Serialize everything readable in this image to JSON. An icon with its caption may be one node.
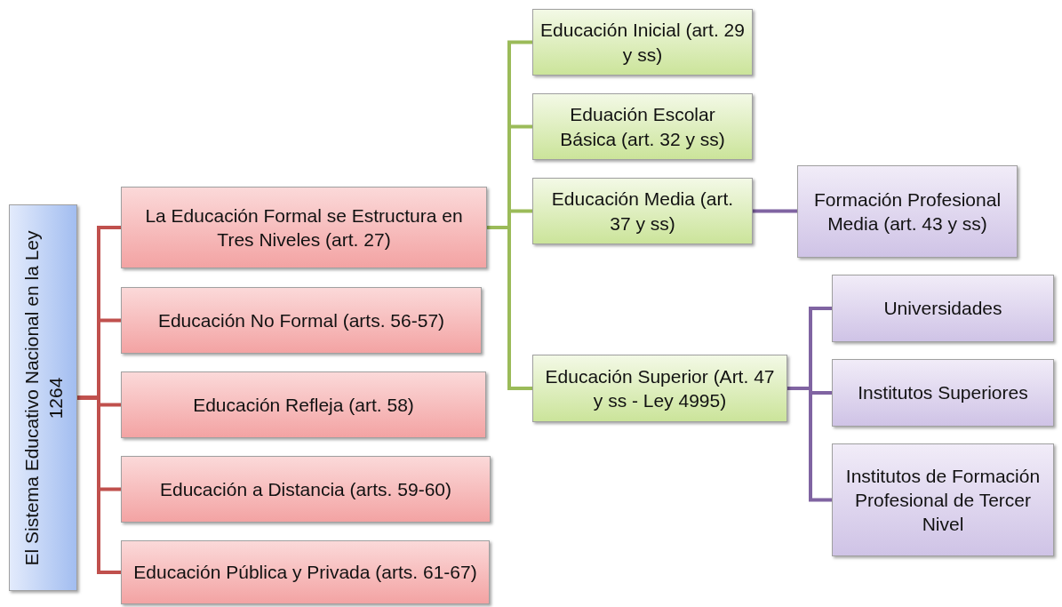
{
  "diagram": {
    "nodes": [
      {
        "text": [
          "El Sistema Educativo Nacional en la Ley 1264"
        ]
      },
      {
        "text": [
          "La Educación Formal se Estructura en Tres Niveles (art. 27)"
        ]
      },
      {
        "text": [
          "Educación No Formal (arts. 56-57)"
        ]
      },
      {
        "text": [
          "Educación Refleja (art. 58)"
        ]
      },
      {
        "text": [
          "Educación a Distancia (arts. 59-60)"
        ]
      },
      {
        "text": [
          "Educación Pública y Privada (arts. 61-67)"
        ]
      },
      {
        "text": [
          "Educación Inicial (art. 29 y ss)"
        ]
      },
      {
        "text": [
          "Eduación Escolar Básica (art. 32 y ss)"
        ]
      },
      {
        "text": [
          "Educación Media (art. 37 y ss)"
        ]
      },
      {
        "text": [
          "Educación Superior (Art. 47 y ss - Ley 4995)"
        ]
      },
      {
        "text": [
          "Formación Profesional Media (art. 43 y ss)"
        ]
      },
      {
        "text": [
          "Universidades"
        ]
      },
      {
        "text": [
          "Institutos Superiores"
        ]
      },
      {
        "text": [
          "Institutos de Formación Profesional de Tercer Nivel"
        ]
      }
    ],
    "edges": [
      {
        "from": 0,
        "to": 1,
        "arrow": "none",
        "color": "#c0504d"
      },
      {
        "from": 0,
        "to": 2,
        "arrow": "none",
        "color": "#c0504d"
      },
      {
        "from": 0,
        "to": 3,
        "arrow": "none",
        "color": "#c0504d"
      },
      {
        "from": 0,
        "to": 4,
        "arrow": "none",
        "color": "#c0504d"
      },
      {
        "from": 0,
        "to": 5,
        "arrow": "none",
        "color": "#c0504d"
      },
      {
        "from": 1,
        "to": 6,
        "arrow": "none",
        "color": "#9bbb59"
      },
      {
        "from": 1,
        "to": 7,
        "arrow": "none",
        "color": "#9bbb59"
      },
      {
        "from": 1,
        "to": 8,
        "arrow": "none",
        "color": "#9bbb59"
      },
      {
        "from": 1,
        "to": 9,
        "arrow": "none",
        "color": "#9bbb59"
      },
      {
        "from": 8,
        "to": 10,
        "arrow": "none",
        "color": "#8064a2"
      },
      {
        "from": 9,
        "to": 11,
        "arrow": "none",
        "color": "#8064a2"
      },
      {
        "from": 9,
        "to": 12,
        "arrow": "none",
        "color": "#8064a2"
      },
      {
        "from": 9,
        "to": 13,
        "arrow": "none",
        "color": "#8064a2"
      }
    ]
  }
}
